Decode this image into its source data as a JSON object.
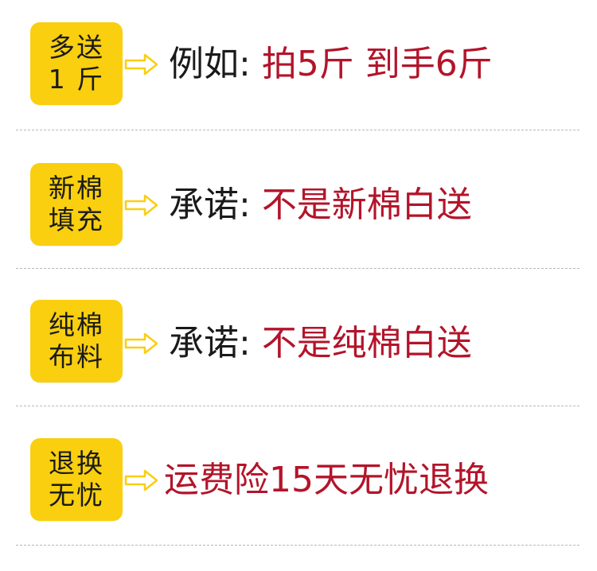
{
  "rows": [
    {
      "badge": [
        "多送",
        "1 斤"
      ],
      "lead": "例如: ",
      "highlight": "拍5斤 到手6斤"
    },
    {
      "badge": [
        "新棉",
        "填充"
      ],
      "lead": "承诺: ",
      "highlight": "不是新棉白送"
    },
    {
      "badge": [
        "纯棉",
        "布料"
      ],
      "lead": "承诺: ",
      "highlight": "不是纯棉白送"
    },
    {
      "badge": [
        "退换",
        "无忧"
      ],
      "lead": "",
      "highlight": "运费险15天无忧退换"
    }
  ],
  "colors": {
    "badge": "#f9cf0f",
    "highlight": "#b3142a",
    "arrow": "#f9cf0f"
  },
  "icons": {
    "arrow": "right-arrow-outline-icon"
  }
}
